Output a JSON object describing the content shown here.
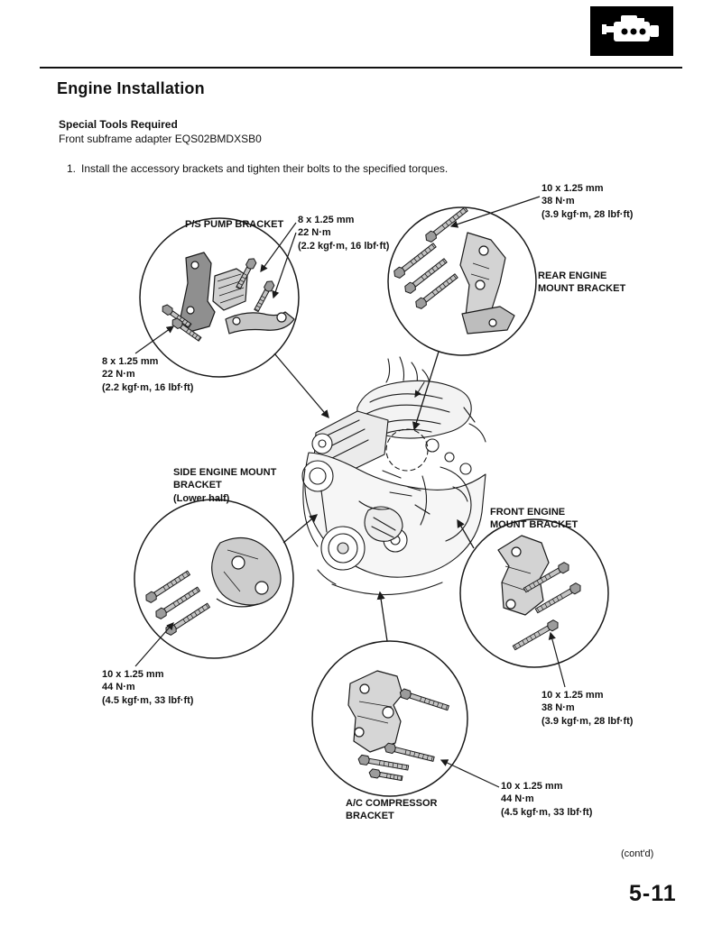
{
  "header": {
    "icon": "engine-icon",
    "title": "Engine Installation"
  },
  "tools": {
    "heading": "Special Tools Required",
    "item": "Front subframe adapter EQS02BMDXSB0"
  },
  "steps": {
    "step1_number": "1.",
    "step1_text": "Install the accessory brackets and tighten their bolts to the specified torques."
  },
  "diagram": {
    "bracket_labels": {
      "ps_pump": "P/S PUMP BRACKET",
      "rear_engine_mount": "REAR ENGINE\nMOUNT BRACKET",
      "side_engine_mount": "SIDE ENGINE MOUNT\nBRACKET\n(Lower half)",
      "front_engine_mount": "FRONT ENGINE\nMOUNT BRACKET",
      "ac_compressor": "A/C COMPRESSOR\nBRACKET"
    },
    "torque_specs": {
      "ps_pump_upper": "8 x 1.25 mm\n22 N·m\n(2.2 kgf·m, 16 lbf·ft)",
      "rear_engine_mount": "10 x 1.25 mm\n38 N·m\n(3.9 kgf·m, 28 lbf·ft)",
      "ps_pump_lower": "8 x 1.25 mm\n22 N·m\n(2.2 kgf·m, 16 lbf·ft)",
      "side_engine_mount": "10 x 1.25 mm\n44 N·m\n(4.5 kgf·m, 33 lbf·ft)",
      "front_engine_mount": "10 x 1.25 mm\n38 N·m\n(3.9 kgf·m, 28 lbf·ft)",
      "ac_compressor": "10 x 1.25 mm\n44 N·m\n(4.5 kgf·m, 33 lbf·ft)"
    }
  },
  "footer": {
    "continued": "(cont'd)",
    "page_number": "5-11"
  }
}
